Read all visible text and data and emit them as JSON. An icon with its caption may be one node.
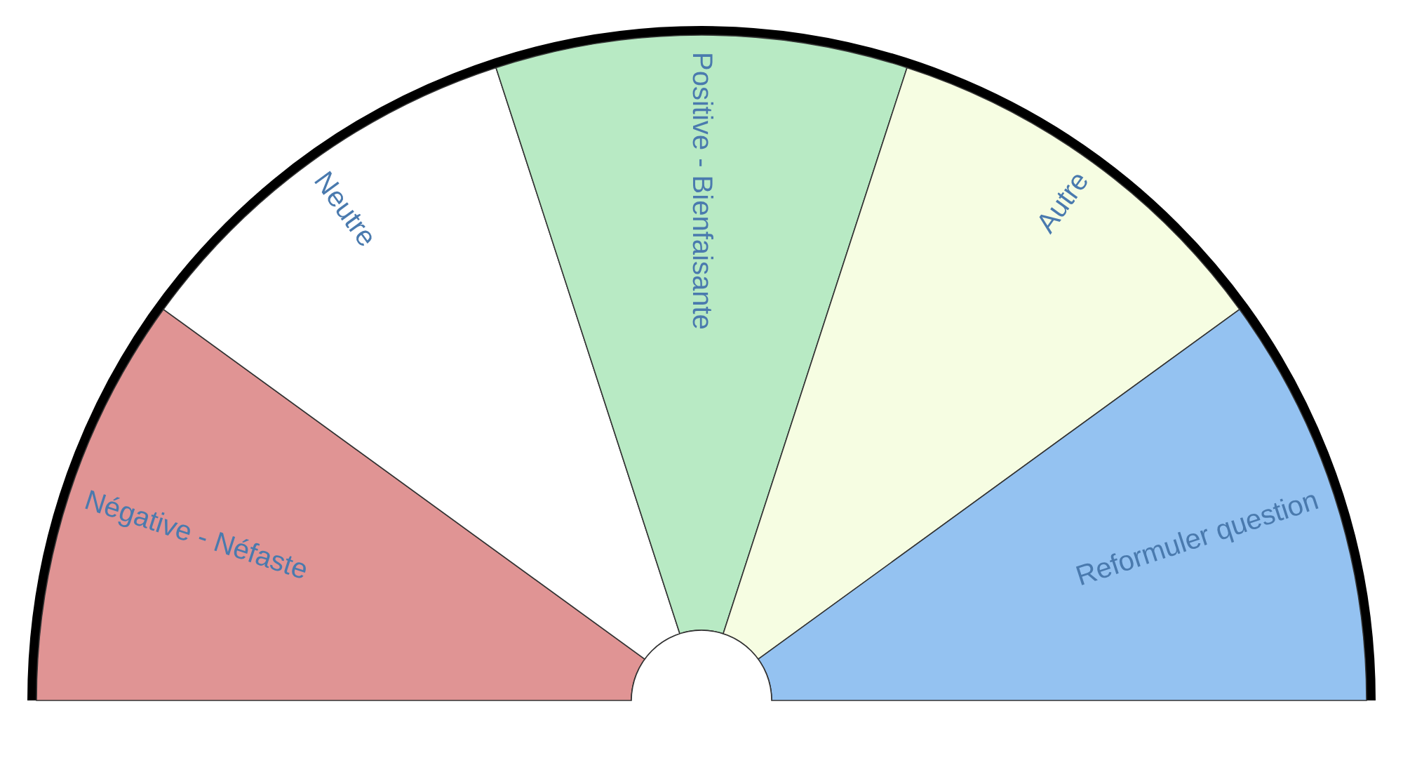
{
  "diagram": {
    "nodes": [
      {
        "text": [
          "Négative - Néfaste"
        ]
      },
      {
        "text": [
          "Neutre"
        ]
      },
      {
        "text": [
          "Positive - Bienfaisante"
        ]
      },
      {
        "text": [
          "Autre"
        ]
      },
      {
        "text": [
          "Reformuler question"
        ]
      }
    ]
  }
}
